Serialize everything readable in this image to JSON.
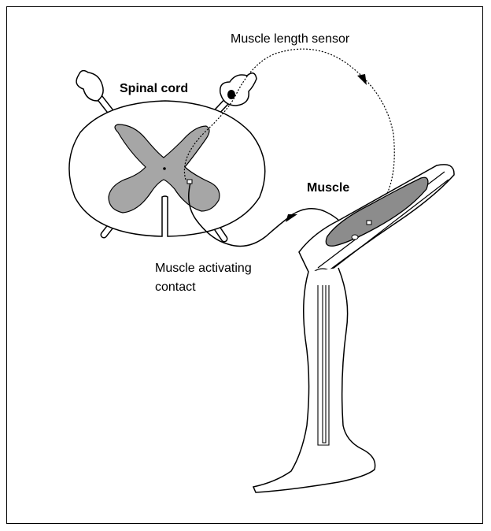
{
  "labels": {
    "spinal_cord": "Spinal cord",
    "muscle_length_sensor": "Muscle length sensor",
    "muscle": "Muscle",
    "muscle_activating_line1": "Muscle activating",
    "muscle_activating_line2": "contact"
  },
  "colors": {
    "stroke": "#000000",
    "grey_matter": "#a6a6a6",
    "muscle_fill": "#8c8c8c",
    "background": "#ffffff"
  }
}
